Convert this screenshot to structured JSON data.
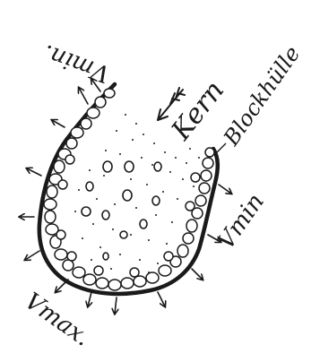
{
  "diagram": {
    "labels": {
      "vmin_top": "Vmin.",
      "kern": "Kern",
      "blockhuelle": "Blockhülle",
      "vmin_right": "Vmin",
      "vmax": "Vmax."
    },
    "colors": {
      "ink": "#1a1a1a",
      "background": "#ffffff"
    }
  }
}
